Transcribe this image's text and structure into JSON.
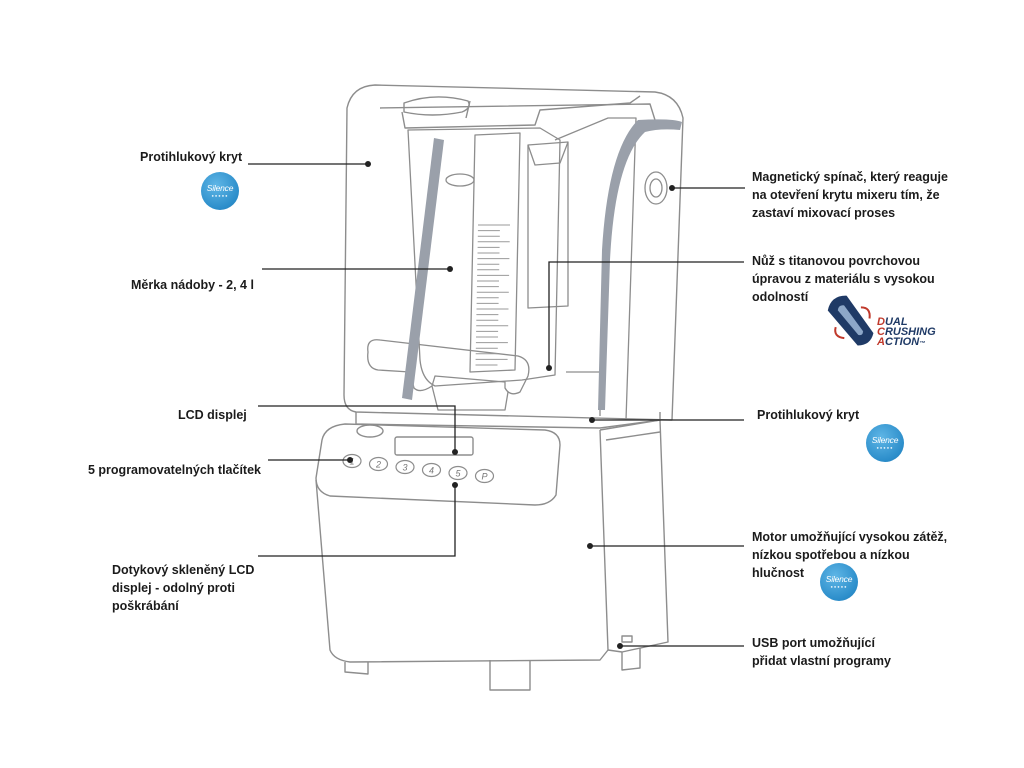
{
  "labels": {
    "lid_left": "Protihlukový kryt",
    "scale": "Měrka nádoby - 2, 4 l",
    "lcd": "LCD displej",
    "buttons": "5 programovatelných tlačítek",
    "touch": "Dotykový skleněný LCD\ndisplej - odolný proti\npoškrábání",
    "magnet": "Magnetický spínač, který reaguje\nna otevření krytu mixeru tím, že\nzastaví mixovací proses",
    "blade": "Nůž s titanovou povrchovou\núpravou z materiálu s vysokou\nodolností",
    "cover_right": "Protihlukový kryt",
    "motor": "Motor umožňující vysokou zátěž,\nnízkou spotřebou a nízkou\nhlučnost",
    "usb": "USB port umožňující\npřidat vlastní programy"
  },
  "badges": {
    "silence_text": "Silence",
    "dots": "●●●●●"
  },
  "dual_crushing": {
    "line1_first": "D",
    "line1_rest": "UAL",
    "line2_first": "C",
    "line2_rest": "RUSHING",
    "line3_first": "A",
    "line3_rest": "CTION",
    "tm": "™"
  },
  "control_panel": {
    "buttons": [
      "1",
      "2",
      "3",
      "4",
      "5",
      "P"
    ]
  },
  "colors": {
    "outline": "#8d8d8d",
    "leader": "#222222",
    "accent_blue": "#2b8dca",
    "grey_band": "#9aa0aa"
  }
}
